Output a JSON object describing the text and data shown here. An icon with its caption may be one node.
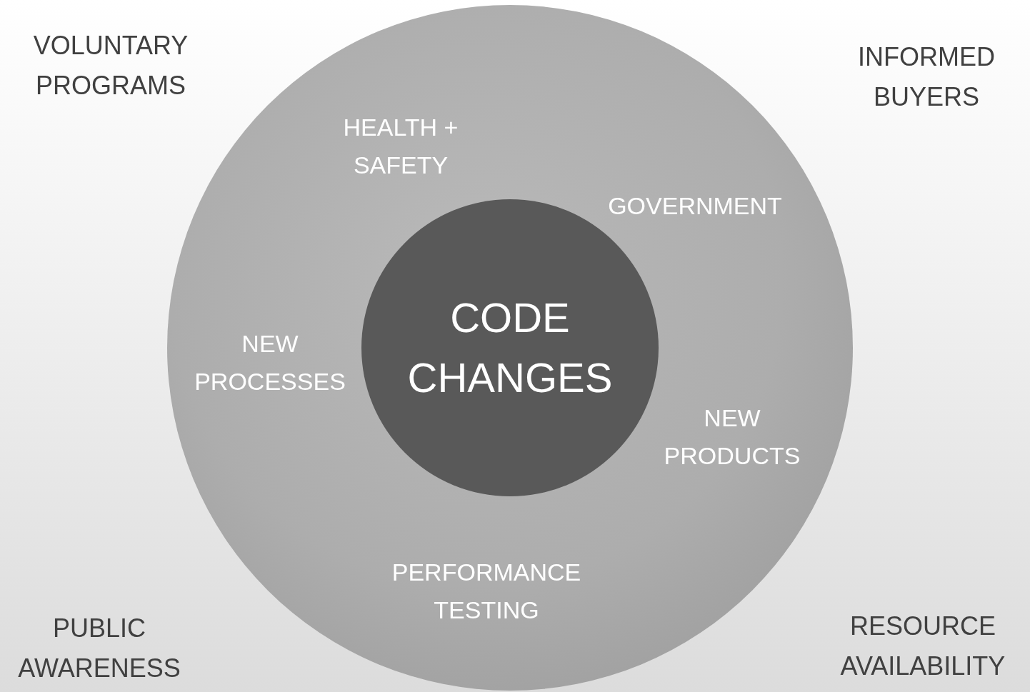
{
  "diagram": {
    "nodes": [
      {
        "text": [
          "HEALTH + SAFETY",
          "GOVERNMENT",
          "NEW PROCESSES",
          "NEW PRODUCTS",
          "PERFORMANCE TESTING"
        ]
      },
      {
        "text": [
          "CODE CHANGES"
        ],
        "in": 0
      }
    ],
    "labels": [
      "VOLUNTARY PROGRAMS",
      "INFORMED BUYERS",
      "PUBLIC AWARENESS",
      "RESOURCE AVAILABILITY"
    ]
  }
}
